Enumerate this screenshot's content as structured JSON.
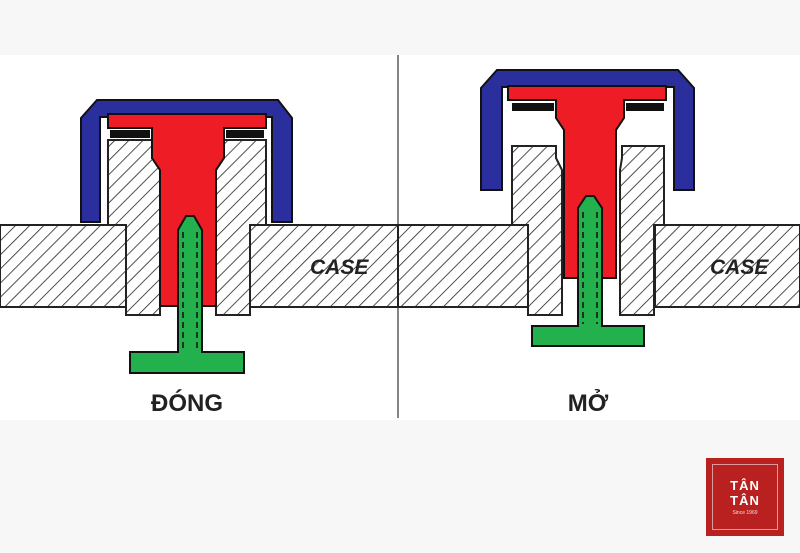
{
  "diagram": {
    "left_panel": {
      "state_label": "ĐÓNG",
      "case_label": "CASE"
    },
    "right_panel": {
      "state_label": "MỞ",
      "case_label": "CASE"
    }
  },
  "colors": {
    "cap": "#2b2f9e",
    "valve_body": "#ee1c24",
    "pin": "#22b14c",
    "hatch": "#222222",
    "panel_background": "#ffffff",
    "page_background": "#f7f7f7",
    "brand": "#b8211f"
  },
  "brand": {
    "line1": "TÂN",
    "line2": "TÂN",
    "tagline": "Since 1969"
  }
}
